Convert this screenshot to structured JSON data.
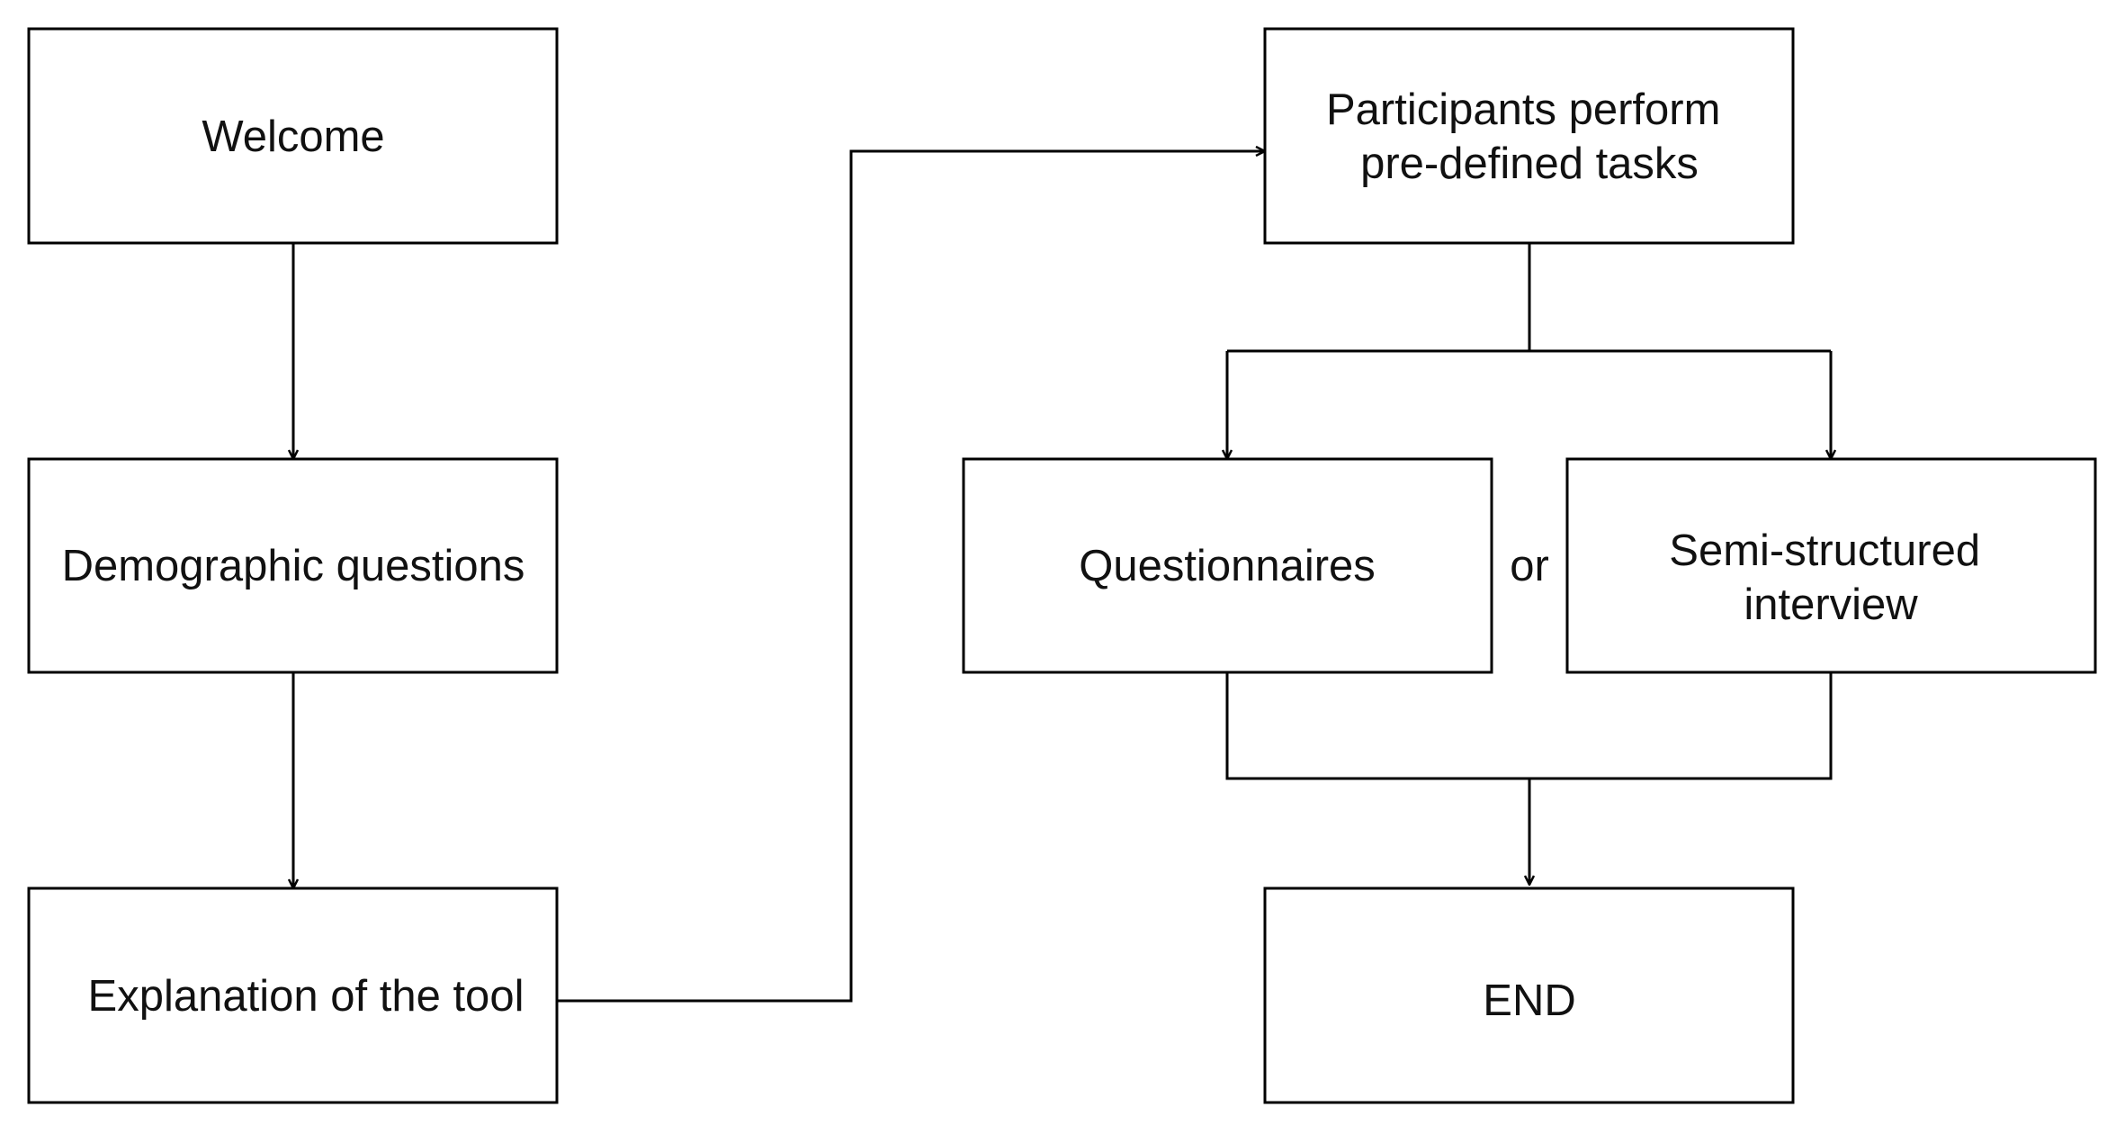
{
  "diagram": {
    "nodes": {
      "welcome": {
        "lines": [
          "Welcome"
        ]
      },
      "demographic": {
        "lines": [
          "Demographic questions"
        ]
      },
      "explanation": {
        "lines": [
          "Explanation of the tool"
        ]
      },
      "tasks": {
        "lines": [
          "Participants perform",
          "pre-defined tasks"
        ]
      },
      "questionnaires": {
        "lines": [
          "Questionnaires"
        ]
      },
      "interview": {
        "lines": [
          "Semi-structured",
          "interview"
        ]
      },
      "end": {
        "lines": [
          "END"
        ]
      }
    },
    "connector_or": "or",
    "edges": [
      {
        "from": "welcome",
        "to": "demographic"
      },
      {
        "from": "demographic",
        "to": "explanation"
      },
      {
        "from": "explanation",
        "to": "tasks"
      },
      {
        "from": "tasks",
        "to": "questionnaires"
      },
      {
        "from": "tasks",
        "to": "interview"
      },
      {
        "from": "questionnaires",
        "to": "end"
      },
      {
        "from": "interview",
        "to": "end"
      }
    ]
  }
}
